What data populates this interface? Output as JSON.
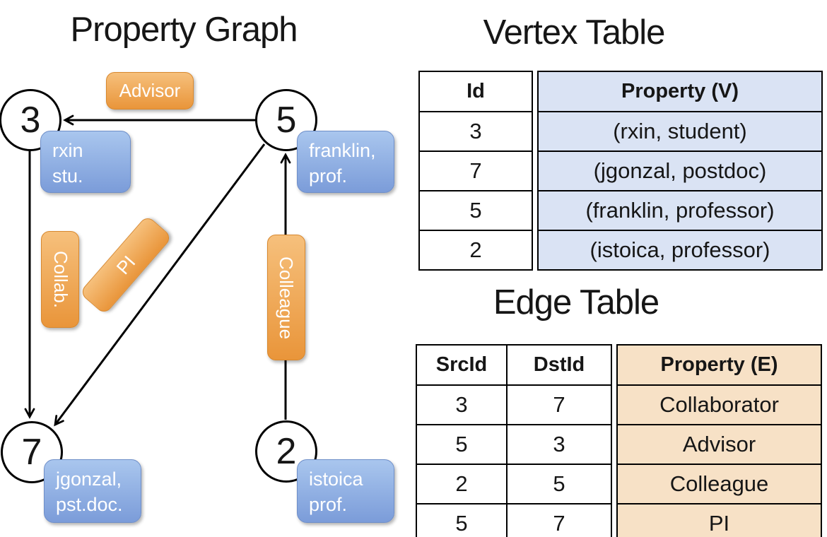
{
  "graph": {
    "title": "Property Graph",
    "nodes": [
      {
        "id": "3",
        "property": [
          "rxin",
          "stu."
        ]
      },
      {
        "id": "5",
        "property": [
          "franklin,",
          "prof."
        ]
      },
      {
        "id": "7",
        "property": [
          "jgonzal,",
          "pst.doc."
        ]
      },
      {
        "id": "2",
        "property": [
          "istoica",
          "prof."
        ]
      }
    ],
    "edge_labels": {
      "advisor": "Advisor",
      "collab": "Collab.",
      "pi": "PI",
      "colleague": "Colleague"
    }
  },
  "vertex_table": {
    "title": "Vertex Table",
    "columns": [
      "Id",
      "Property (V)"
    ],
    "rows": [
      [
        "3",
        "(rxin, student)"
      ],
      [
        "7",
        "(jgonzal, postdoc)"
      ],
      [
        "5",
        "(franklin, professor)"
      ],
      [
        "2",
        "(istoica, professor)"
      ]
    ]
  },
  "edge_table": {
    "title": "Edge Table",
    "columns": [
      "SrcId",
      "DstId",
      "Property (E)"
    ],
    "rows": [
      [
        "3",
        "7",
        "Collaborator"
      ],
      [
        "5",
        "3",
        "Advisor"
      ],
      [
        "2",
        "5",
        "Colleague"
      ],
      [
        "5",
        "7",
        "PI"
      ]
    ]
  },
  "colors": {
    "orange_top": "#f6c07c",
    "orange_bottom": "#e9953a",
    "orange_border": "#d8882e",
    "blue_top": "#a9c6ee",
    "blue_bottom": "#7b9cd9",
    "blue_border": "#6f8fc9",
    "vertex_fill": "#dae3f4",
    "edge_fill": "#f7e1c6",
    "line_color": "#000000"
  }
}
